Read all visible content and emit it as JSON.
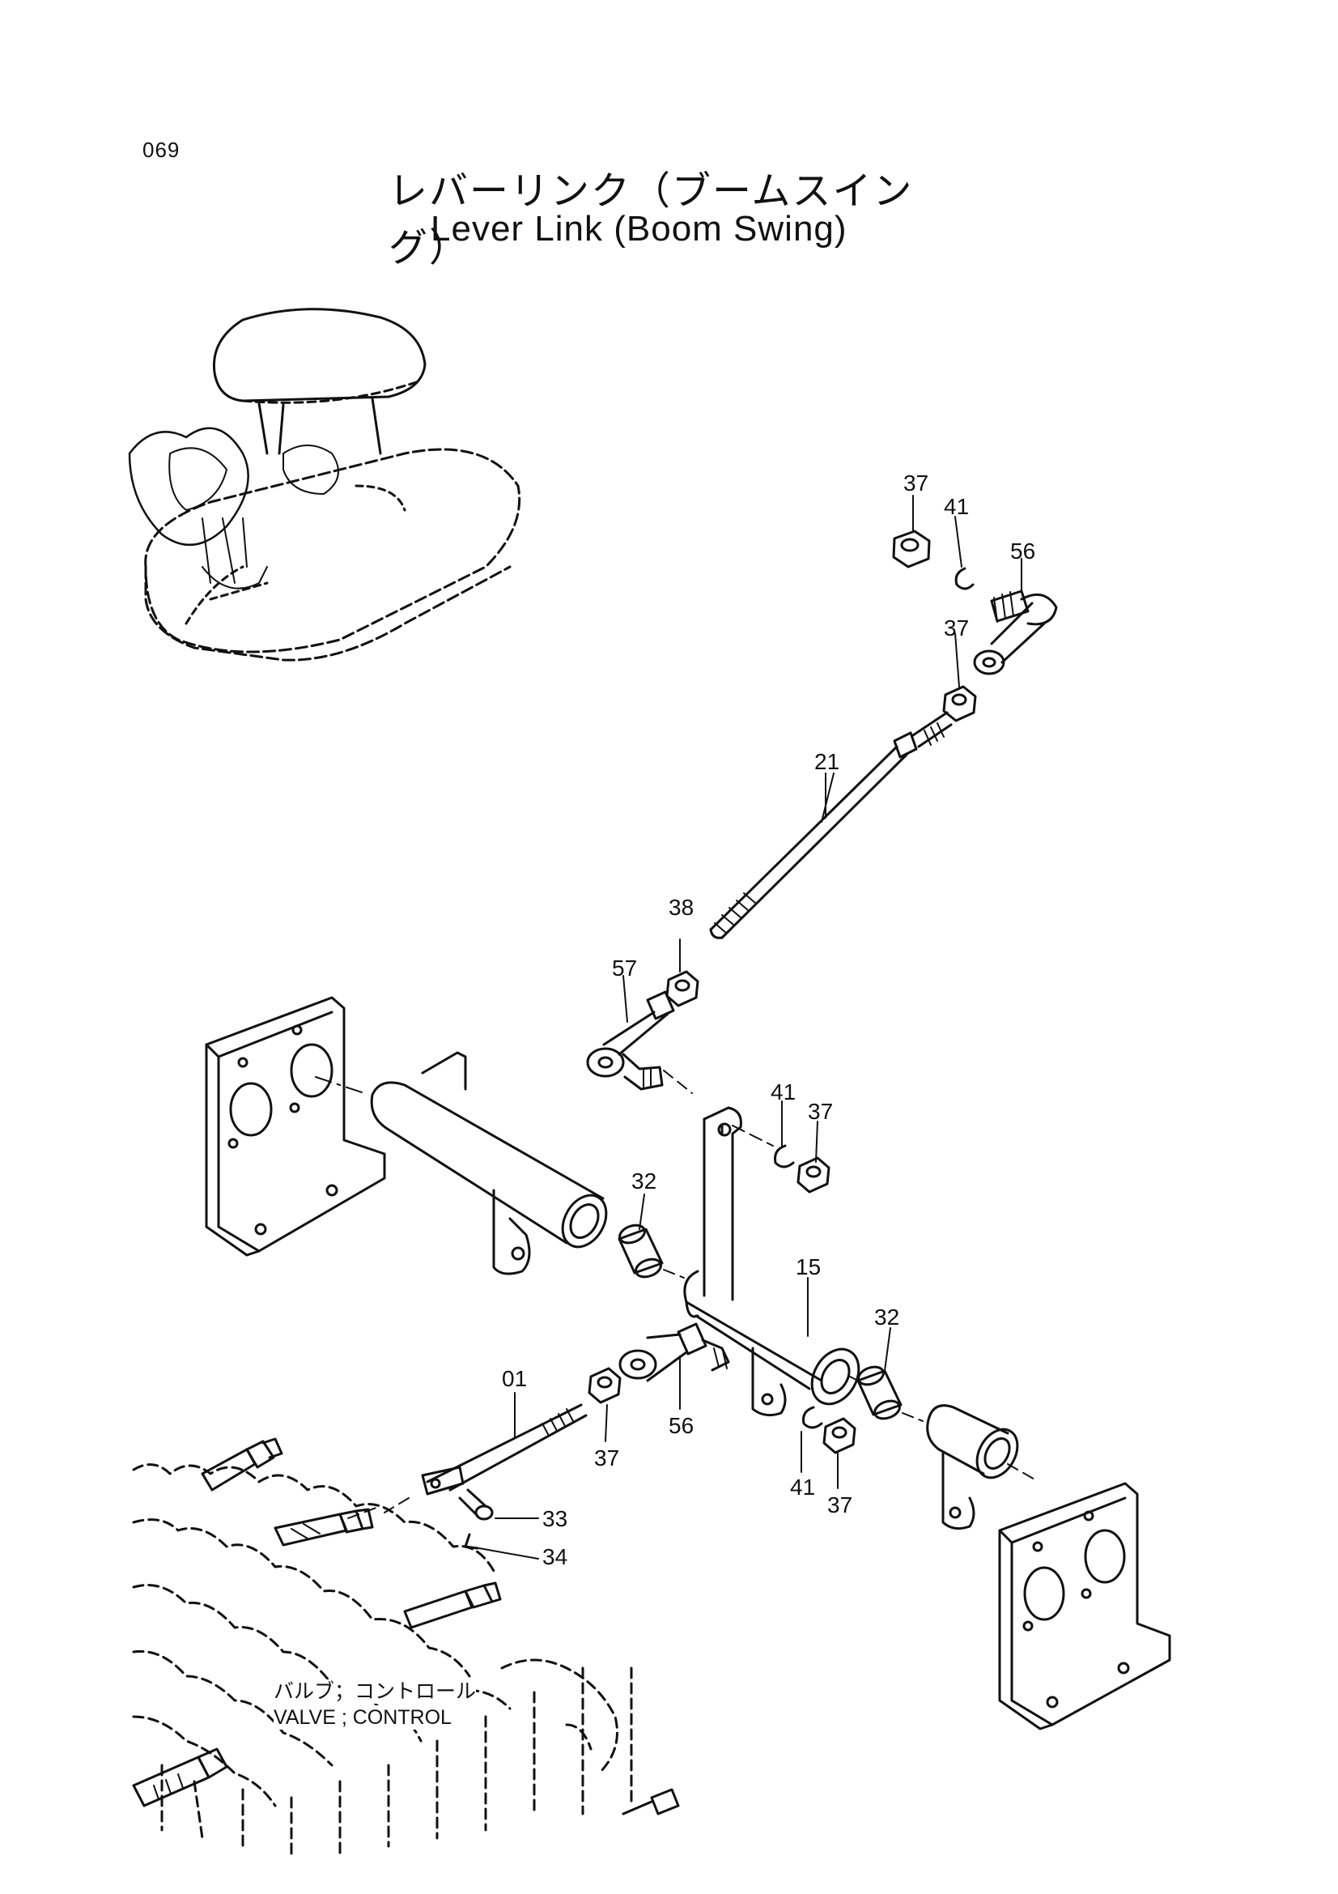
{
  "page_number": "069",
  "title_ja": "レバーリンク（ブームスイング）",
  "title_en": "Lever Link (Boom Swing)",
  "valve_label_ja": "バルブ；コントロール",
  "valve_label_en": "VALVE ; CONTROL",
  "callouts": {
    "c37a": "37",
    "c41a": "41",
    "c56a": "56",
    "c37b": "37",
    "c21": "21",
    "c38": "38",
    "c57": "57",
    "c41b": "41",
    "c37c": "37",
    "c32a": "32",
    "c15": "15",
    "c32b": "32",
    "c01": "01",
    "c37d": "37",
    "c56b": "56",
    "c41c": "41",
    "c37e": "37",
    "c33": "33",
    "c34": "34"
  }
}
